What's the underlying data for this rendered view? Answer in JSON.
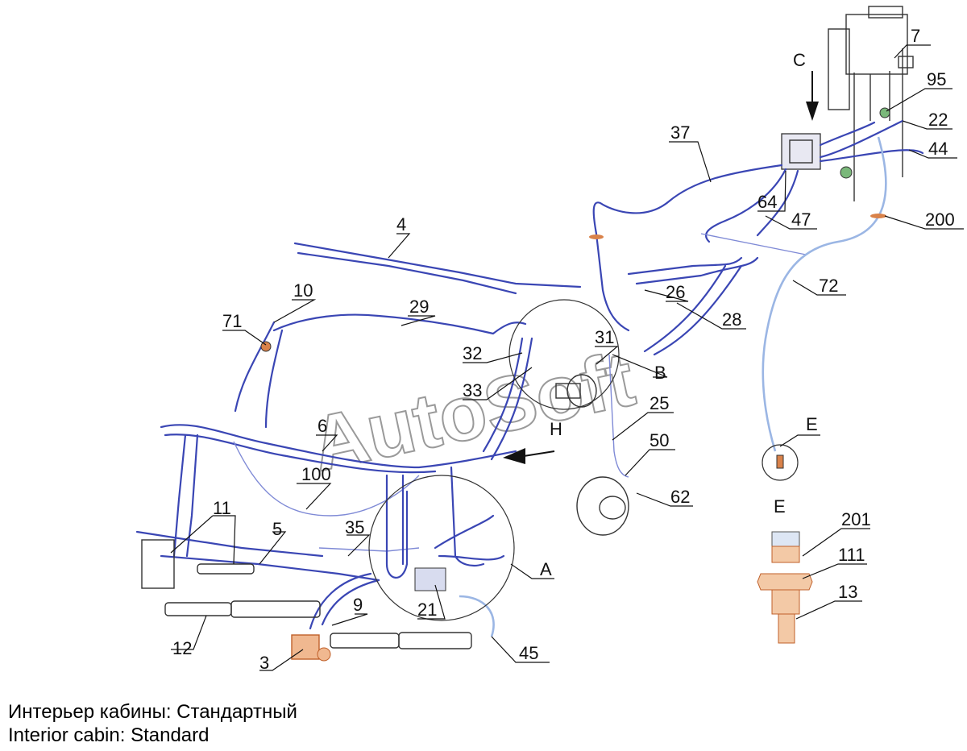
{
  "callouts": {
    "c7": "7",
    "c95": "95",
    "c22": "22",
    "c44": "44",
    "c37": "37",
    "c64": "64",
    "c47": "47",
    "c200": "200",
    "c4": "4",
    "c10": "10",
    "c29": "29",
    "c26": "26",
    "c28": "28",
    "c72": "72",
    "c71": "71",
    "c31": "31",
    "c32": "32",
    "c33": "33",
    "cB": "B",
    "c25": "25",
    "c6": "6",
    "cH": "H",
    "cE": "E",
    "c50": "50",
    "c100": "100",
    "c62": "62",
    "c11": "11",
    "c5": "5",
    "c35": "35",
    "cA": "A",
    "c21": "21",
    "c9": "9",
    "c12": "12",
    "c3": "3",
    "c45": "45",
    "cC": "C",
    "cE2": "E",
    "c201": "201",
    "c111": "111",
    "c13": "13"
  },
  "watermark": "AutoSoft",
  "caption": {
    "line_ru": "Интерьер кабины: Стандартный",
    "line_en": "Interior cabin: Standard"
  },
  "colors": {
    "pipe": "#3a46b4",
    "hose": "#9bb6e4",
    "fitting": "#d9824a",
    "ink": "#111111"
  }
}
